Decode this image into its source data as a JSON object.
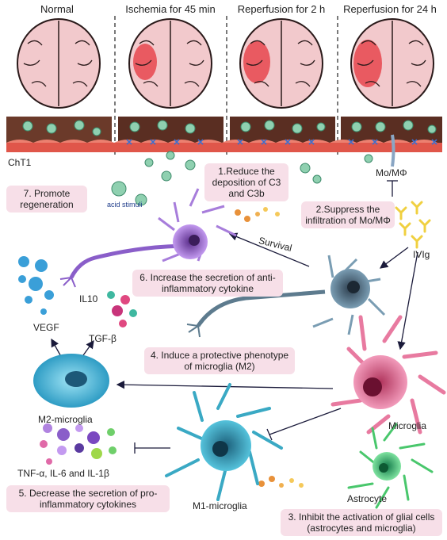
{
  "headers": [
    "Normal",
    "Ischemia for 45 min",
    "Reperfusion for 2 h",
    "Reperfusion for 24 h"
  ],
  "labels": {
    "cht1": "ChT1",
    "acid_stimuli": "acid stimuli",
    "mo_mphi": "Mo/MΦ",
    "ivig": "IVIg",
    "survival": "Survival",
    "il10": "IL10",
    "vegf": "VEGF",
    "tgfb": "TGF-β",
    "m2": "M2-microglia",
    "microglia": "Microglia",
    "m1": "M1-microglia",
    "astrocyte": "Astrocyte",
    "cytokines": "TNF-α, IL-6 and IL-1β"
  },
  "steps": {
    "s1": "1.Reduce the deposition of C3 and C3b",
    "s2": "2.Suppress the infiltration of Mo/MΦ",
    "s3": "3. Inhibit the activation of glial cells (astrocytes and microglia)",
    "s4": "4. Induce a protective phenotype of microglia (M2)",
    "s5": "5. Decrease the secretion of pro-inflammatory cytokines",
    "s6": "6. Increase the secretion of anti-inflammatory cytokine",
    "s7": "7. Promote regeneration"
  },
  "colors": {
    "brain_fill": "#f2c9cc",
    "lesion": "#e8474d",
    "vessel_top": "#6b3a2a",
    "vessel_cells": "#e0564a",
    "box_bg": "#f7dfe8",
    "m2_cyan": "#45b3d6",
    "microglia_pink": "#e87aa0",
    "m1_teal": "#3aa9c4",
    "astro_green": "#49c76c",
    "neuron_purple": "#8a5ec9",
    "neuron_slate": "#5d7b8e",
    "arrow": "#1a1a3a"
  }
}
